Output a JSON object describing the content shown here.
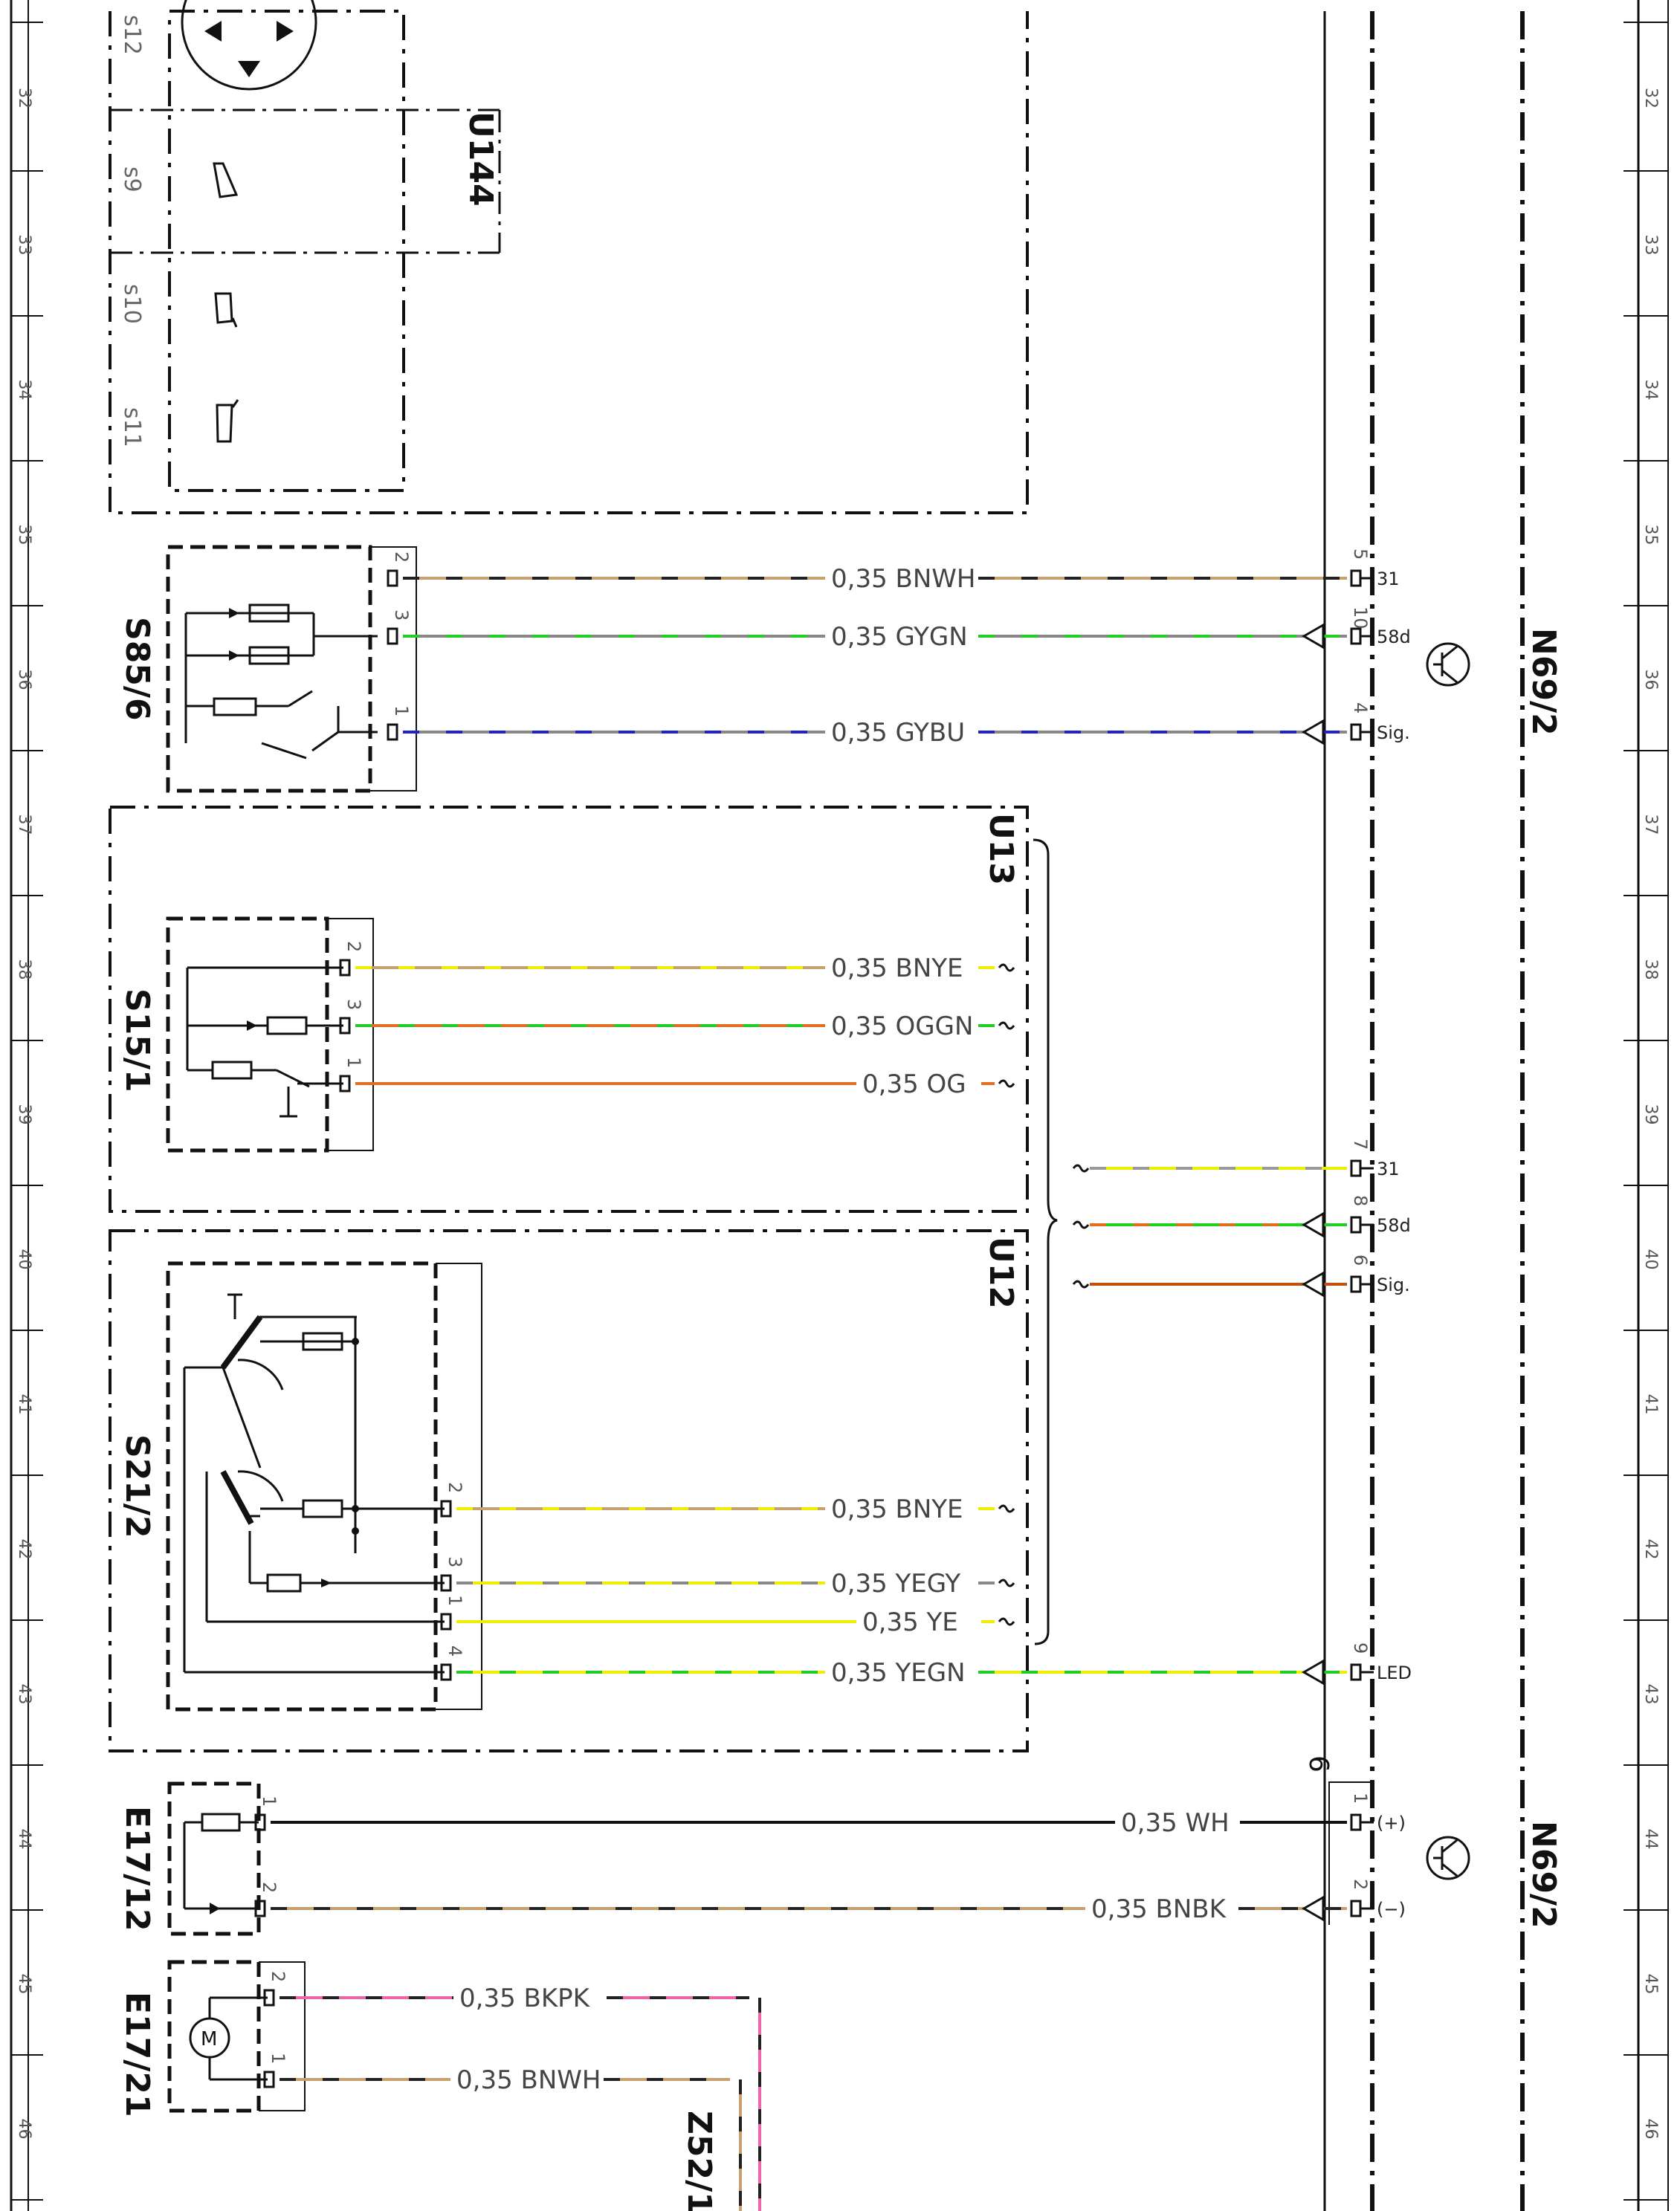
{
  "ruler": {
    "numbers": [
      "32",
      "33",
      "34",
      "35",
      "36",
      "37",
      "38",
      "39",
      "40",
      "41",
      "42",
      "43",
      "44",
      "45",
      "46"
    ]
  },
  "components": {
    "u144": {
      "label": "U144",
      "subs": [
        "s12",
        "s9",
        "s10",
        "s11"
      ]
    },
    "s85_6": {
      "label": "S85/6"
    },
    "u13": {
      "label": "U13"
    },
    "s15_1": {
      "label": "S15/1"
    },
    "u12": {
      "label": "U12"
    },
    "s21_2": {
      "label": "S21/2"
    },
    "e17_12": {
      "label": "E17/12"
    },
    "e17_21": {
      "label": "E17/21"
    },
    "z52_1": {
      "label": "Z52/1"
    },
    "n69_2_top": {
      "label": "N69/2"
    },
    "n69_2_bottom": {
      "label": "N69/2"
    },
    "connector_6": {
      "label": "6"
    }
  },
  "wires": [
    {
      "id": "w1",
      "left_pin": "2",
      "label": "0,35  BNWH",
      "right_pin": "5",
      "right_name": "31",
      "colors": [
        "#c8a070",
        "#222222"
      ]
    },
    {
      "id": "w2",
      "left_pin": "3",
      "label": "0,35  GYGN",
      "right_pin": "10",
      "right_name": "58d",
      "colors": [
        "#888888",
        "#22cc22"
      ]
    },
    {
      "id": "w3",
      "left_pin": "1",
      "label": "0,35  GYBU",
      "right_pin": "4",
      "right_name": "Sig.",
      "colors": [
        "#888888",
        "#2222cc"
      ]
    },
    {
      "id": "w4",
      "left_pin": "2",
      "label": "0,35  BNYE",
      "colors": [
        "#c8a070",
        "#eeee00"
      ]
    },
    {
      "id": "w5",
      "left_pin": "3",
      "label": "0,35  OGGN",
      "colors": [
        "#e07020",
        "#22cc22"
      ]
    },
    {
      "id": "w6",
      "left_pin": "1",
      "label": "0,35  OG",
      "colors": [
        "#e07020",
        "#e07020"
      ]
    },
    {
      "id": "w7",
      "right_pin": "7",
      "right_name": "31",
      "colors": [
        "#eeee00",
        "#999999"
      ]
    },
    {
      "id": "w8",
      "right_pin": "8",
      "right_name": "58d",
      "colors": [
        "#22cc22",
        "#e07020"
      ]
    },
    {
      "id": "w9",
      "right_pin": "6",
      "right_name": "Sig.",
      "colors": [
        "#c05010",
        "#c05010"
      ]
    },
    {
      "id": "w10",
      "left_pin": "2",
      "label": "0,35  BNYE",
      "colors": [
        "#c8a070",
        "#eeee00"
      ]
    },
    {
      "id": "w11",
      "left_pin": "3",
      "label": "0,35  YEGY",
      "colors": [
        "#eeee00",
        "#888888"
      ]
    },
    {
      "id": "w12",
      "left_pin": "1",
      "label": "0,35  YE",
      "colors": [
        "#eeee00",
        "#eeee00"
      ]
    },
    {
      "id": "w13",
      "left_pin": "4",
      "label": "0,35  YEGN",
      "right_pin": "9",
      "right_name": "LED",
      "colors": [
        "#eeee00",
        "#22cc22"
      ]
    },
    {
      "id": "w14",
      "left_pin": "1",
      "label": "0,35  WH",
      "right_pin": "1",
      "right_name": "(+)",
      "colors": [
        "#111111",
        "#111111"
      ]
    },
    {
      "id": "w15",
      "left_pin": "2",
      "label": "0,35  BNBK",
      "right_pin": "2",
      "right_name": "(−)",
      "colors": [
        "#c8a070",
        "#222222"
      ]
    },
    {
      "id": "w16",
      "left_pin": "2",
      "label": "0,35  BKPK",
      "colors": [
        "#ee66aa",
        "#222222"
      ]
    },
    {
      "id": "w17",
      "left_pin": "1",
      "label": "0,35  BNWH",
      "colors": [
        "#c8a070",
        "#222222"
      ]
    }
  ]
}
